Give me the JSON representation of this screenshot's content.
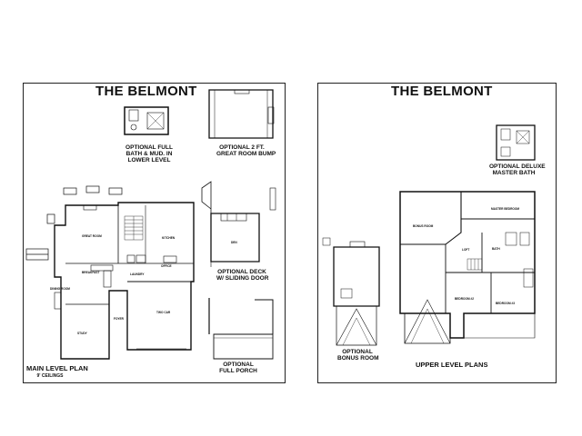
{
  "left_sheet": {
    "title": "THE BELMONT",
    "option_basement_bath": [
      "OPTIONAL FULL",
      "BATH & MUD. IN",
      "LOWER LEVEL"
    ],
    "option_guest_suite": [
      "OPTIONAL 2 FT.",
      "GREAT ROOM BUMP"
    ],
    "option_rear_room": [
      "OPTIONAL DECK",
      "W/ SLIDING DOOR"
    ],
    "option_porch": [
      "OPTIONAL",
      "FULL PORCH"
    ],
    "plan_label": "MAIN LEVEL PLAN",
    "plan_sublabel": "9' CEILINGS",
    "rooms": {
      "great_room": "GREAT ROOM",
      "kitchen": "KITCHEN",
      "breakfast": "BREAKFAST",
      "dining": "DINING ROOM",
      "study": "STUDY",
      "laundry": "LAUNDRY",
      "foyer": "FOYER",
      "garage": "TWO CAR",
      "office": "OFFICE",
      "den": "DEN"
    }
  },
  "right_sheet": {
    "title": "THE BELMONT",
    "option_master_bath": [
      "OPTIONAL DELUXE",
      "MASTER BATH"
    ],
    "option_bonus": [
      "OPTIONAL",
      "BONUS ROOM"
    ],
    "plan_label": "UPPER LEVEL PLANS",
    "rooms": {
      "bonus": "BONUS ROOM",
      "master": "MASTER BEDROOM",
      "loft": "LOFT",
      "bed2": "BEDROOM #2",
      "bed3": "BEDROOM #3",
      "bath": "BATH"
    }
  }
}
